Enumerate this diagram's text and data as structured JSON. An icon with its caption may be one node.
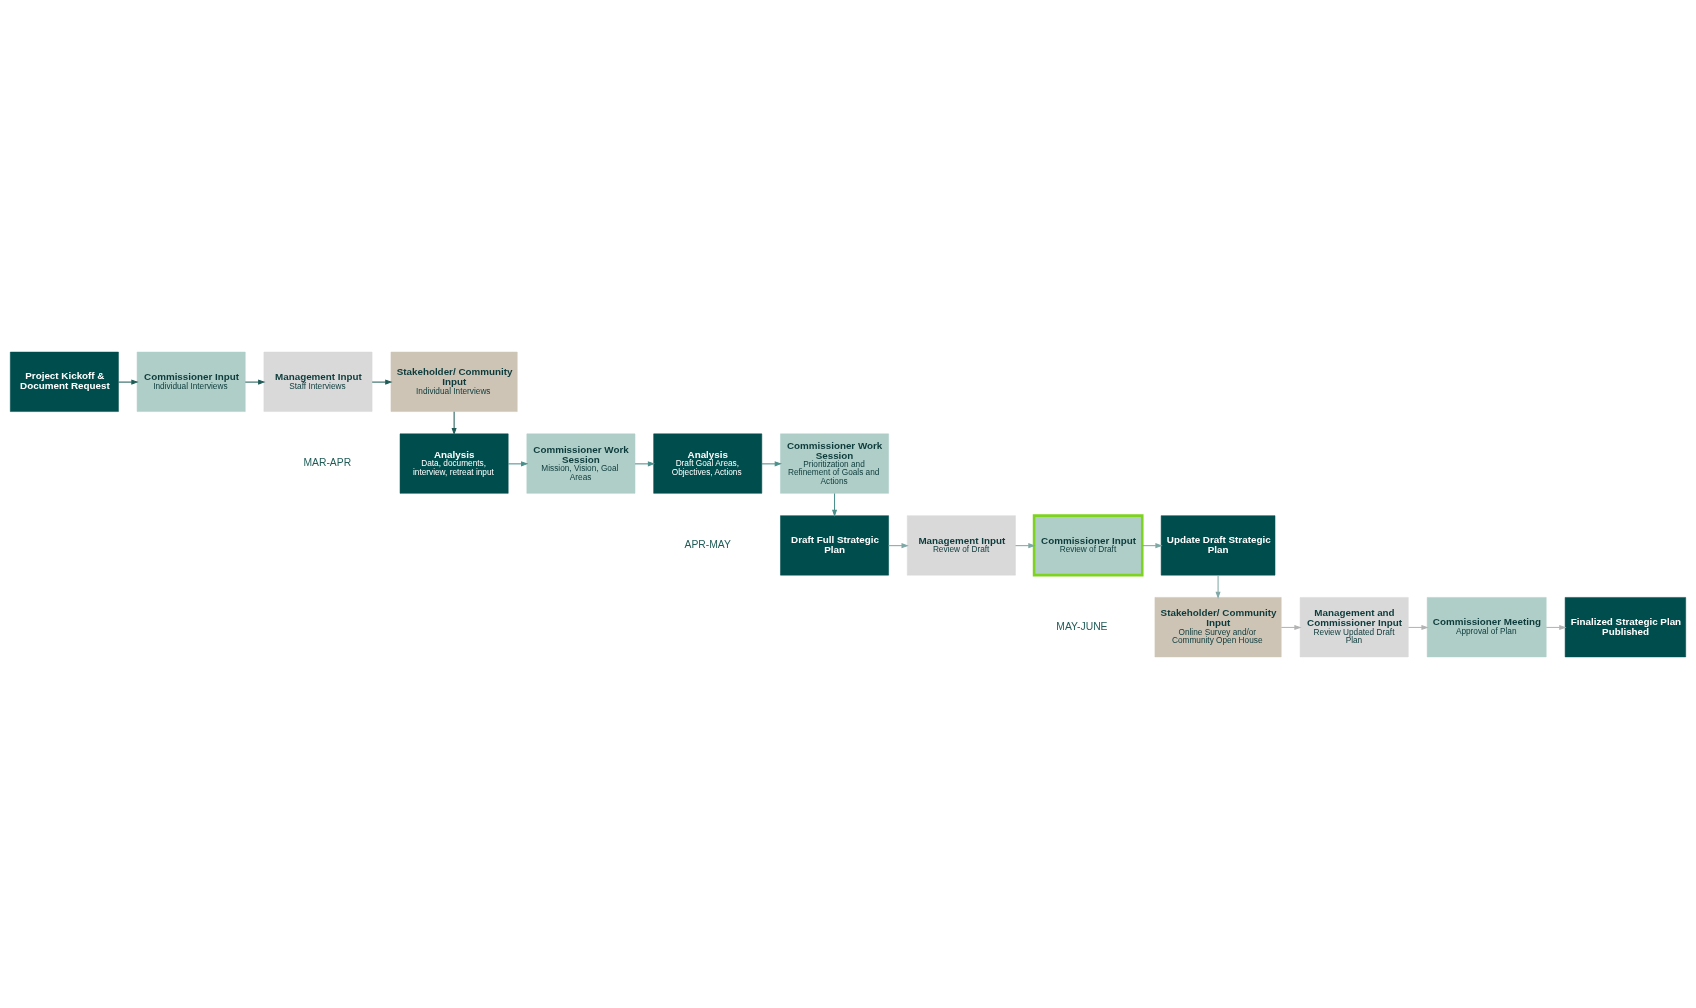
{
  "diagram": {
    "nodes": [
      {
        "text": [
          "Project Kickoff & Document Request"
        ]
      },
      {
        "text": [
          "Commissioner Input",
          "Individual Interviews"
        ]
      },
      {
        "text": [
          "Management Input",
          "Staff Interviews"
        ]
      },
      {
        "text": [
          "Stakeholder/ Community Input",
          "Individual Interviews"
        ]
      },
      {
        "text": [
          "Analysis",
          "Data, documents, interview, retreat input"
        ]
      },
      {
        "text": [
          "Commissioner Work Session",
          "Mission, Vision, Goal Areas"
        ]
      },
      {
        "text": [
          "Analysis",
          "Draft Goal Areas, Objectives, Actions"
        ]
      },
      {
        "text": [
          "Commissioner Work Session",
          "Prioritization and Refinement of Goals and Actions"
        ]
      },
      {
        "text": [
          "Draft Full Strategic Plan"
        ]
      },
      {
        "text": [
          "Management Input",
          "Review of Draft"
        ]
      },
      {
        "text": [
          "Commissioner Input",
          "Review of Draft"
        ]
      },
      {
        "text": [
          "Update Draft Strategic Plan"
        ]
      },
      {
        "text": [
          "Stakeholder/ Community Input",
          "Online Survey and/or Community Open House"
        ]
      },
      {
        "text": [
          "Management and Commissioner Input",
          "Review Updated Draft Plan"
        ]
      },
      {
        "text": [
          "Commissioner Meeting",
          "Approval of Plan"
        ]
      },
      {
        "text": [
          "Finalized Strategic Plan Published"
        ]
      }
    ],
    "edges": [
      {
        "from": 0,
        "to": 1,
        "arrow": "to",
        "color": "#1f5c57"
      },
      {
        "from": 1,
        "to": 2,
        "arrow": "to",
        "color": "#1f5c57"
      },
      {
        "from": 2,
        "to": 3,
        "arrow": "to",
        "color": "#1f5c57"
      },
      {
        "from": 3,
        "to": 4,
        "arrow": "to",
        "color": "#1f5c57"
      },
      {
        "from": 4,
        "to": 5,
        "arrow": "to",
        "color": "#4a8f8a"
      },
      {
        "from": 5,
        "to": 6,
        "arrow": "to",
        "color": "#4a8f8a"
      },
      {
        "from": 6,
        "to": 7,
        "arrow": "to",
        "color": "#4a8f8a"
      },
      {
        "from": 7,
        "to": 8,
        "arrow": "to",
        "color": "#4a8f8a"
      },
      {
        "from": 8,
        "to": 9,
        "arrow": "to",
        "color": "#7fa8a5"
      },
      {
        "from": 9,
        "to": 10,
        "arrow": "to",
        "color": "#7fa8a5"
      },
      {
        "from": 10,
        "to": 11,
        "arrow": "to",
        "color": "#7fa8a5"
      },
      {
        "from": 11,
        "to": 12,
        "arrow": "to",
        "color": "#7fa8a5"
      },
      {
        "from": 12,
        "to": 13,
        "arrow": "to",
        "color": "#b3b3b3"
      },
      {
        "from": 13,
        "to": 14,
        "arrow": "to",
        "color": "#b3b3b3"
      },
      {
        "from": 14,
        "to": 15,
        "arrow": "to",
        "color": "#b3b3b3"
      }
    ],
    "labels": [
      "MAR-APR",
      "APR-MAY",
      "MAY-JUNE"
    ]
  }
}
